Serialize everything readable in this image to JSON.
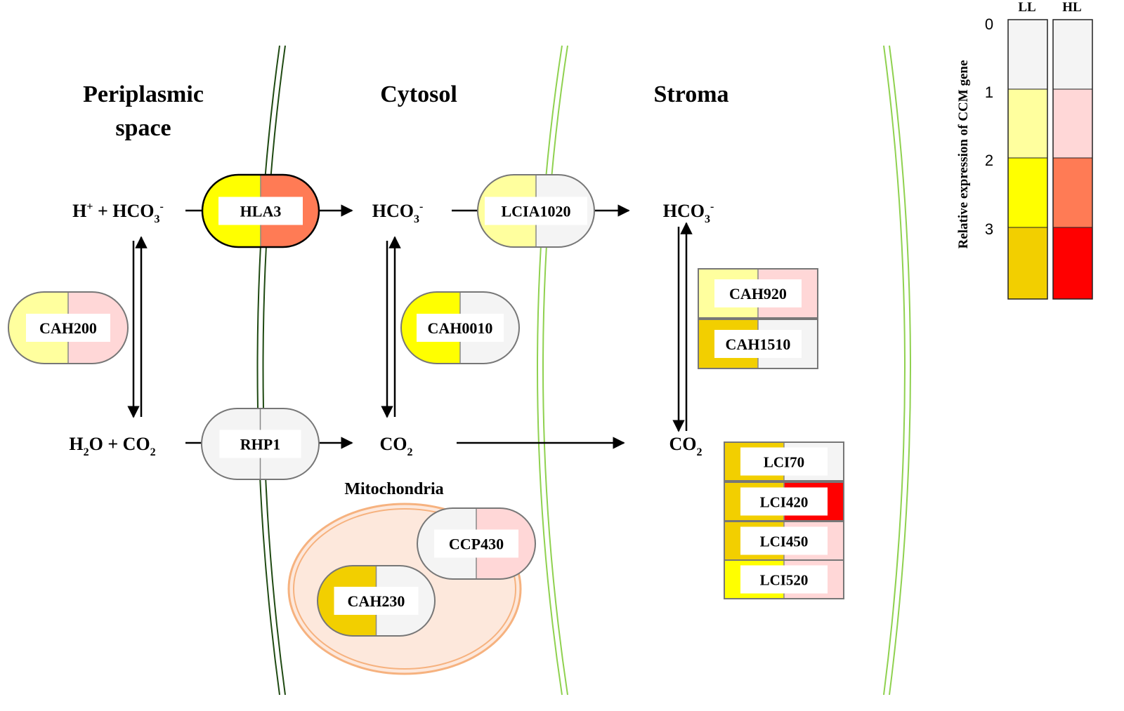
{
  "regions": {
    "periplasm_line1": "Periplasmic",
    "periplasm_line2": "space",
    "cytosol": "Cytosol",
    "stroma": "Stroma",
    "mitochondria": "Mitochondria"
  },
  "metabolites": {
    "periplasm_top": {
      "a": "H",
      "a_sup": "+",
      "b": " + HCO",
      "b_sub": "3",
      "b_sup": "-"
    },
    "periplasm_bottom": {
      "a": "H",
      "a_sub": "2",
      "b": "O + CO",
      "b_sub": "2"
    },
    "cytosol_top": {
      "a": "HCO",
      "a_sub": "3",
      "a_sup": "-"
    },
    "cytosol_bottom": {
      "a": "CO",
      "a_sub": "2"
    },
    "stroma_top": {
      "a": "HCO",
      "a_sub": "3",
      "a_sup": "-"
    },
    "stroma_bottom": {
      "a": "CO",
      "a_sub": "2"
    }
  },
  "colors": {
    "level_0": "#f4f4f4",
    "ll_1": "#ffff9e",
    "ll_2": "#ffff00",
    "ll_3": "#f2cf00",
    "hl_1": "#ffd7d7",
    "hl_2": "#ff7b55",
    "hl_3": "#ff0000",
    "membrane_outer": "#1f4a12",
    "membrane_inner": "#8fd14f",
    "mito_fill": "#fde8dc",
    "mito_ring": "#f6b27f"
  },
  "genes": [
    {
      "name": "HLA3",
      "ll": 2,
      "hl": 2
    },
    {
      "name": "LCIA1020",
      "ll": 1,
      "hl": 0
    },
    {
      "name": "CAH200",
      "ll": 1,
      "hl": 1
    },
    {
      "name": "CAH0010",
      "ll": 2,
      "hl": 0
    },
    {
      "name": "RHP1",
      "ll": 0,
      "hl": 0
    },
    {
      "name": "CCP430",
      "ll": 0,
      "hl": 1
    },
    {
      "name": "CAH230",
      "ll": 3,
      "hl": 0
    },
    {
      "name": "CAH920",
      "ll": 1,
      "hl": 1
    },
    {
      "name": "CAH1510",
      "ll": 3,
      "hl": 0
    },
    {
      "name": "LCI70",
      "ll": 3,
      "hl": 0
    },
    {
      "name": "LCI420",
      "ll": 3,
      "hl": 3
    },
    {
      "name": "LCI450",
      "ll": 3,
      "hl": 1
    },
    {
      "name": "LCI520",
      "ll": 2,
      "hl": 1
    }
  ],
  "legend": {
    "col_ll": "LL",
    "col_hl": "HL",
    "ticks": [
      "0",
      "1",
      "2",
      "3"
    ],
    "axis_label": "Relative expression of CCM gene"
  }
}
